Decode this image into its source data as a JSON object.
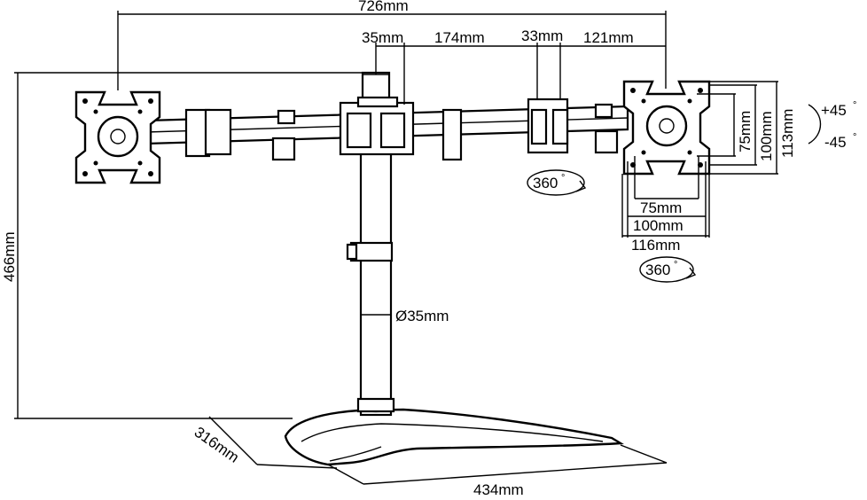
{
  "dimensions": {
    "overall_width": "726mm",
    "offset_left": "35mm",
    "arm_span": "174mm",
    "offset_right": "33mm",
    "arm_end": "121mm",
    "overall_height": "466mm",
    "pole_diameter": "Ø35mm",
    "base_depth": "316mm",
    "base_width": "434mm",
    "vesa_small_h": "75mm",
    "vesa_large_h": "100mm",
    "plate_w": "116mm",
    "vesa_small_v": "75mm",
    "vesa_large_v": "100mm",
    "plate_h": "113mm"
  },
  "rotation": {
    "arm_rotation": "360",
    "plate_rotation": "360",
    "tilt_up": "+45",
    "tilt_down": "-45",
    "degree_symbol": "°"
  }
}
